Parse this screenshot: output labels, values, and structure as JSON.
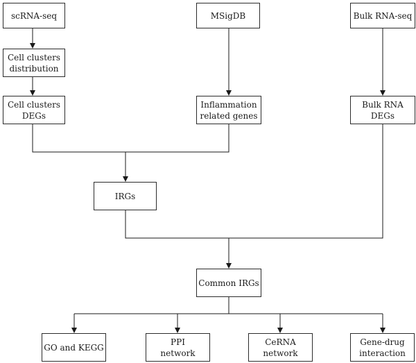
{
  "nodes": {
    "scrna_seq": [
      "scRNA-seq"
    ],
    "msigdb": [
      "MSigDB"
    ],
    "bulk_rna_seq": [
      "Bulk RNA-seq"
    ],
    "cell_clusters_distribution": [
      "Cell clusters",
      "distribution"
    ],
    "cell_clusters_degs": [
      "Cell clusters",
      "DEGs"
    ],
    "inflammation_related_genes": [
      "Inflammation",
      "related genes"
    ],
    "bulk_rna_degs": [
      "Bulk RNA",
      "DEGs"
    ],
    "irgs": [
      "IRGs"
    ],
    "common_irgs": [
      "Common IRGs"
    ],
    "go_kegg": [
      "GO and KEGG"
    ],
    "ppi_network": [
      "PPI",
      "network"
    ],
    "cerna_network": [
      "CeRNA",
      "network"
    ],
    "gene_drug_interaction": [
      "Gene-drug",
      "interaction"
    ]
  },
  "edges": [
    {
      "from": "scRNA-seq",
      "to": "Cell clusters distribution"
    },
    {
      "from": "Cell clusters distribution",
      "to": "Cell clusters DEGs"
    },
    {
      "from": "MSigDB",
      "to": "Inflammation related genes"
    },
    {
      "from": "Bulk RNA-seq",
      "to": "Bulk RNA DEGs"
    },
    {
      "from": [
        "Cell clusters DEGs",
        "Inflammation related genes"
      ],
      "to": "IRGs"
    },
    {
      "from": [
        "IRGs",
        "Bulk RNA DEGs"
      ],
      "to": "Common IRGs"
    },
    {
      "from": "Common IRGs",
      "to": [
        "GO and KEGG",
        "PPI network",
        "CeRNA network",
        "Gene-drug interaction"
      ]
    }
  ]
}
